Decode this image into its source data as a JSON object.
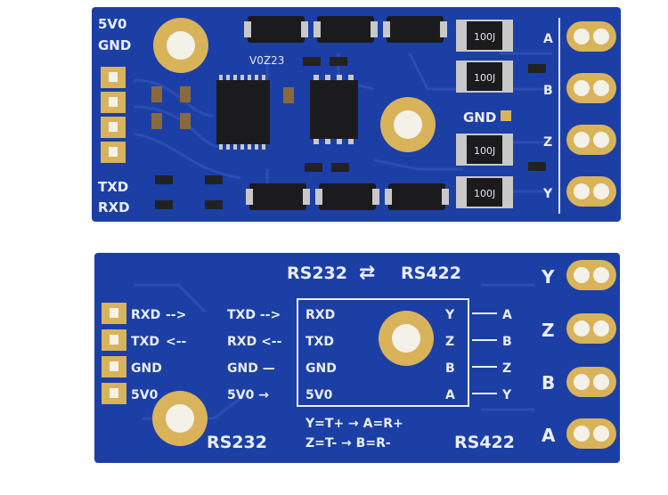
{
  "top_board": {
    "left_pins": [
      "5V0",
      "GND",
      "TXD",
      "RXD"
    ],
    "right_pins": [
      "A",
      "B",
      "Z",
      "Y"
    ],
    "gnd_label": "GND",
    "chip_marking": "V0Z23",
    "resistor_marking": "100J",
    "colors": {
      "pcb": "#1c3fa6",
      "pad": "#d8b35a",
      "silk": "#e9eef8"
    }
  },
  "bottom_board": {
    "header_left": "RS232",
    "header_right": "RS422",
    "arrows": "⇄",
    "left_pins": [
      "RXD",
      "TXD",
      "GND",
      "5V0"
    ],
    "left_arrows": [
      "-->",
      "<--"
    ],
    "box_left": [
      "RXD",
      "TXD",
      "GND",
      "5V0"
    ],
    "box_right": [
      "Y",
      "Z",
      "B",
      "A"
    ],
    "ext_left": [
      "TXD -->",
      "RXD <--",
      "GND —",
      "5V0 →"
    ],
    "ext_right": [
      "A",
      "B",
      "Z",
      "Y"
    ],
    "right_pins": [
      "Y",
      "Z",
      "B",
      "A"
    ],
    "eq_line1": "Y=T+ → A=R+",
    "eq_line2": "Z=T- → B=R-",
    "footer_left": "RS232",
    "footer_right": "RS422"
  }
}
